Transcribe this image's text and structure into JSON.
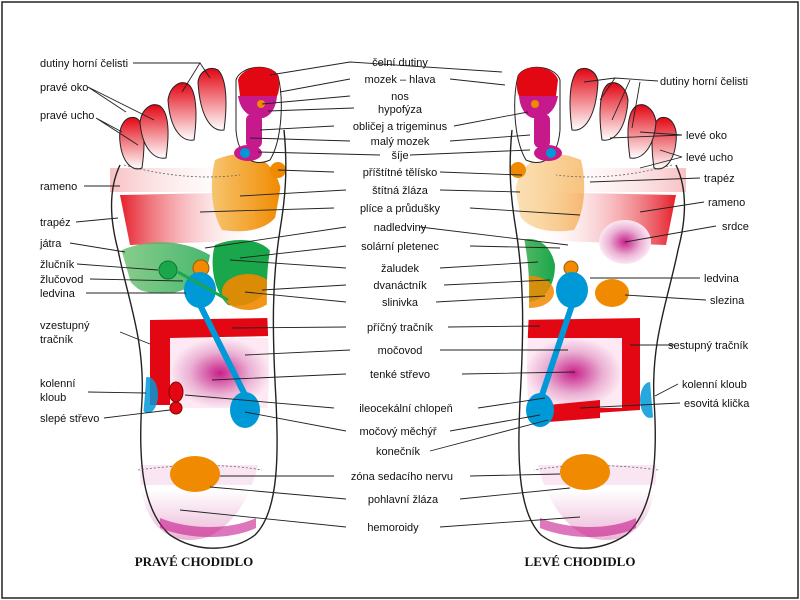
{
  "titles": {
    "right_foot": "PRAVÉ CHODIDLO",
    "left_foot": "LEVÉ CHODIDLO"
  },
  "labels": {
    "left_column": {
      "dutiny_horni_celisti": "dutiny horní čelisti",
      "prave_oko": "pravé oko",
      "prave_ucho": "pravé ucho",
      "rameno": "rameno",
      "trapez": "trapéz",
      "jatra": "játra",
      "zlucnik": "žlučník",
      "zlucovod": "žlučovod",
      "ledvina": "ledvina",
      "vzestupny_1": "vzestupný",
      "vzestupny_2": "tračník",
      "kolenni_1": "kolenní",
      "kolenni_2": "kloub",
      "slepe_strevo": "slepé střevo"
    },
    "center_column": {
      "celni_dutiny": "čelní dutiny",
      "mozek_hlava": "mozek – hlava",
      "nos": "nos",
      "hypofyza": "hypofýza",
      "oblicej": "obličej a trigeminus",
      "maly_mozek": "malý mozek",
      "sije": "šíje",
      "pristitne_telisko": "příštítné tělísko",
      "stitna_zlaza": "štítná žláza",
      "plice": "plíce a průdušky",
      "nadledviny": "nadledviny",
      "solarni": "solární pletenec",
      "zaludek": "žaludek",
      "dvanactnik": "dvanáctník",
      "slinivka": "slinivka",
      "pricny": "příčný tračník",
      "mocovod": "močovod",
      "tenke_strevo": "tenké střevo",
      "ileocekalni": "ileocekální chlopeň",
      "mocovy_mechyr": "močový měchýř",
      "konecnik": "konečník",
      "sedaci": "zóna sedacího nervu",
      "pohlavni": "pohlavní žláza",
      "hemoroidy": "hemoroidy"
    },
    "right_column": {
      "dutiny_horni_celisti": "dutiny horní čelisti",
      "leve_oko": "levé oko",
      "leve_ucho": "levé ucho",
      "trapez": "trapéz",
      "rameno": "rameno",
      "srdce": "srdce",
      "ledvina": "ledvina",
      "slezina": "slezina",
      "sestupny": "sestupný tračník",
      "kolenni": "kolenní kloub",
      "esovita": "esovitá klička"
    }
  },
  "colors": {
    "red": "#e30613",
    "orange": "#f08a00",
    "green": "#1aa64a",
    "blue": "#0099d8",
    "magenta": "#b5218d",
    "pink": "#e8a2cc"
  }
}
